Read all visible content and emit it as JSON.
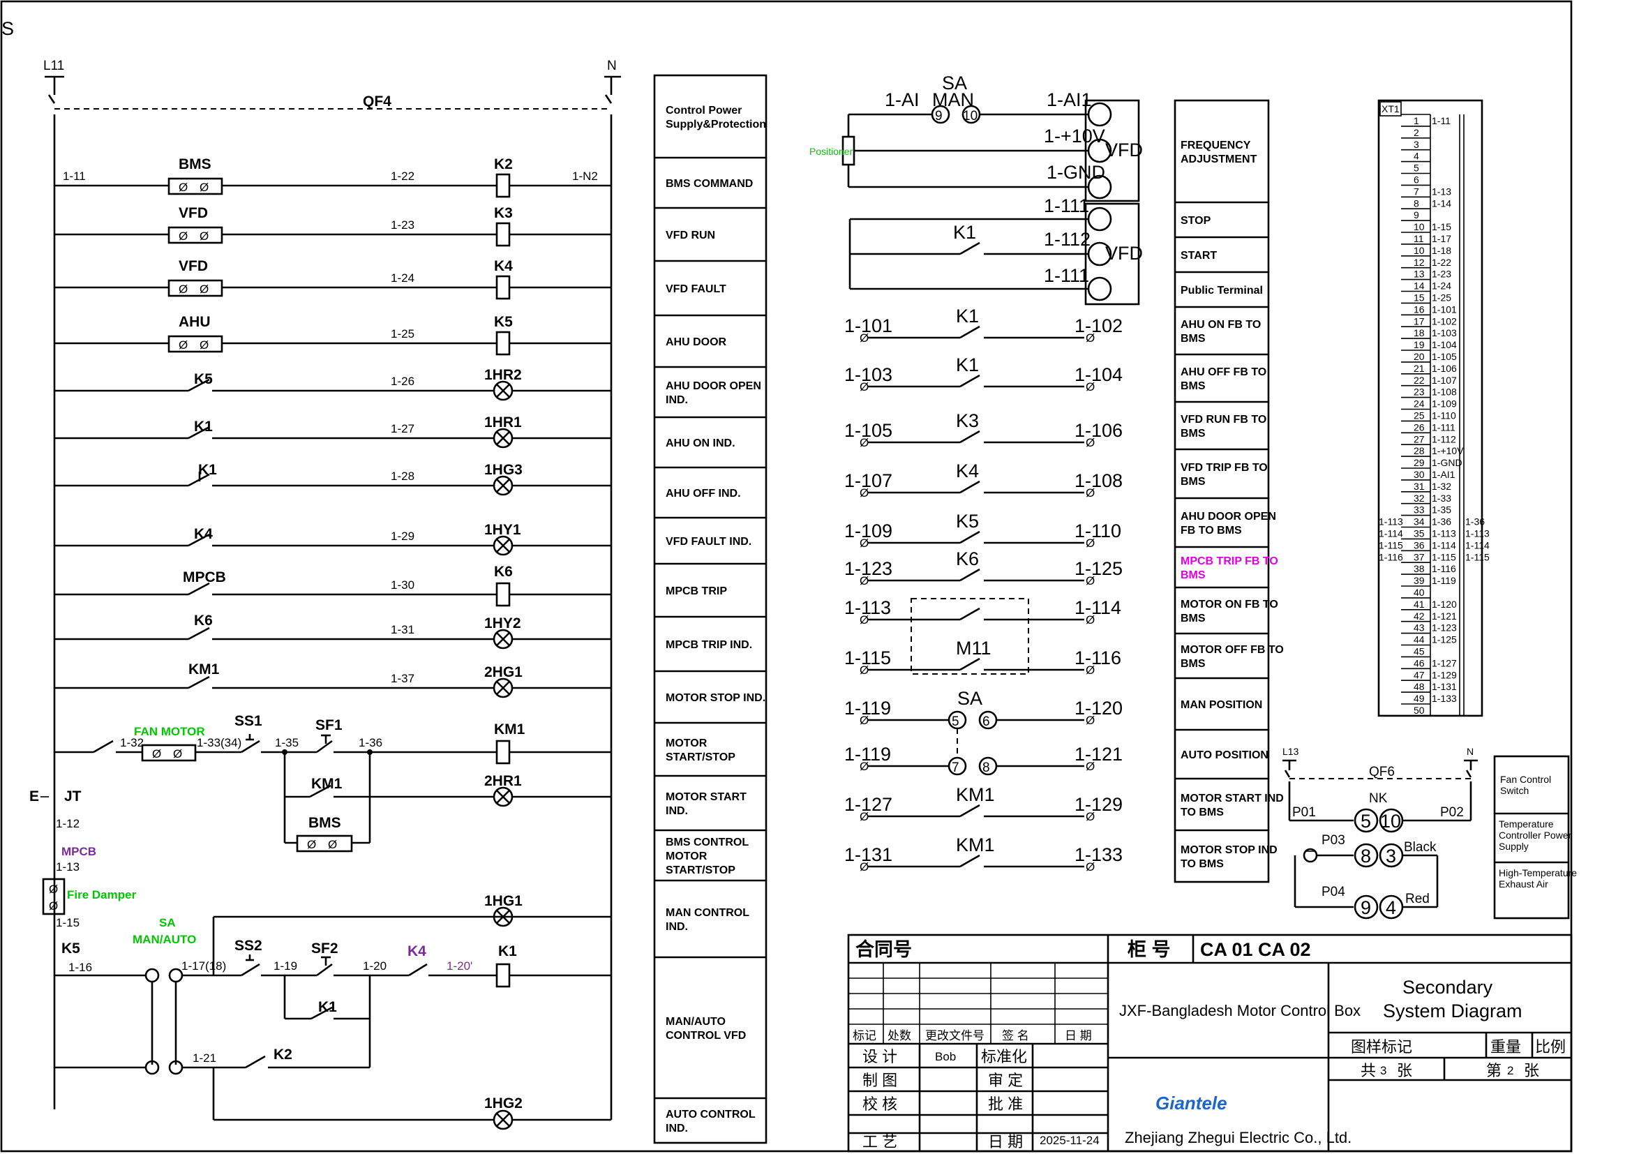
{
  "colors": {
    "line": "#000000",
    "green": "#00c800",
    "purple": "#7a2a9c",
    "magenta": "#e000e0",
    "blue": "#1a66cc"
  },
  "top": {
    "left_bus": "L11",
    "right_bus": "N",
    "breaker": "QF4",
    "corner_mark": "S"
  },
  "main_labels": {
    "r1_dev": "BMS",
    "r1_wl": "1-11",
    "r1_wm": "1-22",
    "r1_coil": "K2",
    "r1_wr": "1-N2",
    "r2_dev": "VFD",
    "r2_wm": "1-23",
    "r2_coil": "K3",
    "r3_dev": "VFD",
    "r3_wm": "1-24",
    "r3_coil": "K4",
    "r4_dev": "AHU",
    "r4_wm": "1-25",
    "r4_coil": "K5",
    "r5_contact": "K5",
    "r5_wm": "1-26",
    "r5_lamp": "1HR2",
    "r6_contact": "K1",
    "r6_wm": "1-27",
    "r6_lamp": "1HR1",
    "r7_contact": "K1",
    "r7_wm": "1-28",
    "r7_lamp": "1HG3",
    "r8_contact": "K4",
    "r8_wm": "1-29",
    "r8_lamp": "1HY1",
    "r9_contact": "MPCB",
    "r9_wm": "1-30",
    "r9_coil": "K6",
    "r10_contact": "K6",
    "r10_wm": "1-31",
    "r10_lamp": "1HY2",
    "r11_contact": "KM1",
    "r11_wm": "1-37",
    "r11_lamp": "2HG1",
    "fan_motor": "FAN MOTOR",
    "r12_w1": "1-32",
    "r12_w2": "1-33(34)",
    "ss1": "SS1",
    "r12_w3": "1-35",
    "sf1": "SF1",
    "r12_w4": "1-36",
    "r12_coil": "KM1",
    "r13_contact": "KM1",
    "r13_lamp": "2HR1",
    "r14_dev": "BMS",
    "ejt": "E",
    "jt": "JT",
    "w112": "1-12",
    "mpcb": "MPCB",
    "w113": "1-13",
    "fire_damper": "Fire Damper",
    "w115": "1-15",
    "k5": "K5",
    "w116": "1-16",
    "sa_label": "SA",
    "man_auto": "MAN/AUTO",
    "w117": "1-17(18)",
    "ss2": "SS2",
    "w119": "1-19",
    "sf2": "SF2",
    "w120": "1-20",
    "k4": "K4",
    "w120s": "1-20'",
    "k1coil": "K1",
    "r16_lamp": "1HG1",
    "k1hold": "K1",
    "w121": "1-21",
    "k2": "K2",
    "r19_lamp": "1HG2"
  },
  "descriptions": [
    "Control Power Supply&Protection",
    "BMS COMMAND",
    "VFD RUN",
    "VFD FAULT",
    "AHU DOOR",
    "AHU DOOR OPEN IND.",
    "AHU ON IND.",
    "AHU OFF IND.",
    "VFD FAULT IND.",
    "MPCB TRIP",
    "MPCB TRIP IND.",
    "MOTOR STOP IND.",
    "MOTOR START/STOP",
    "MOTOR START IND.",
    "BMS CONTROL MOTOR START/STOP",
    "MAN CONTROL IND.",
    "MAN/AUTO CONTROL VFD",
    "AUTO CONTROL IND."
  ],
  "vfd_section": {
    "sa": "SA",
    "man": "MAN",
    "w1ai": "1-AI",
    "n9": "9",
    "n10": "10",
    "w1ai1": "1-AI1",
    "positioner": "Positioner",
    "w10v": "1-+10V",
    "wgnd": "1-GND",
    "vfd1": "VFD",
    "w111a": "1-111",
    "k1": "K1",
    "w112": "1-112",
    "vfd2": "VFD",
    "w111b": "1-111"
  },
  "fb_rows": [
    {
      "l": "1-101",
      "c": "K1",
      "r": "1-102"
    },
    {
      "l": "1-103",
      "c": "K1",
      "r": "1-104"
    },
    {
      "l": "1-105",
      "c": "K3",
      "r": "1-106"
    },
    {
      "l": "1-107",
      "c": "K4",
      "r": "1-108"
    },
    {
      "l": "1-109",
      "c": "K5",
      "r": "1-110"
    },
    {
      "l": "1-123",
      "c": "K6",
      "r": "1-125"
    },
    {
      "l": "1-113",
      "c": "",
      "r": "1-114"
    },
    {
      "l": "1-115",
      "c": "M11",
      "r": "1-116"
    },
    {
      "l": "1-119",
      "c": "SA",
      "r": "1-120",
      "n1": "5",
      "n2": "6"
    },
    {
      "l": "1-119",
      "c": "",
      "r": "1-121",
      "n1": "7",
      "n2": "8"
    },
    {
      "l": "1-127",
      "c": "KM1",
      "r": "1-129"
    },
    {
      "l": "1-131",
      "c": "KM1",
      "r": "1-133"
    }
  ],
  "right_descriptions": [
    "FREQUENCY ADJUSTMENT",
    "STOP",
    "START",
    "Public Terminal",
    "AHU ON FB TO BMS",
    "AHU OFF FB TO BMS",
    "VFD RUN FB TO BMS",
    "VFD TRIP FB TO BMS",
    "AHU DOOR OPEN FB TO BMS",
    "MPCB TRIP FB TO BMS",
    "MOTOR ON FB TO BMS",
    "MOTOR OFF FB TO BMS",
    "MAN POSITION",
    "AUTO POSITION",
    "MOTOR START IND TO BMS",
    "MOTOR STOP IND TO BMS"
  ],
  "terminal_block": {
    "title": "XT1",
    "rows": [
      [
        "1",
        "1-11"
      ],
      [
        "2",
        ""
      ],
      [
        "3",
        ""
      ],
      [
        "4",
        ""
      ],
      [
        "5",
        ""
      ],
      [
        "6",
        ""
      ],
      [
        "7",
        "1-13"
      ],
      [
        "8",
        "1-14"
      ],
      [
        "9",
        ""
      ],
      [
        "10",
        "1-15"
      ],
      [
        "11",
        "1-17"
      ],
      [
        "10",
        "1-18"
      ],
      [
        "12",
        "1-22"
      ],
      [
        "13",
        "1-23"
      ],
      [
        "14",
        "1-24"
      ],
      [
        "15",
        "1-25"
      ],
      [
        "16",
        "1-101"
      ],
      [
        "17",
        "1-102"
      ],
      [
        "18",
        "1-103"
      ],
      [
        "19",
        "1-104"
      ],
      [
        "20",
        "1-105"
      ],
      [
        "21",
        "1-106"
      ],
      [
        "22",
        "1-107"
      ],
      [
        "23",
        "1-108"
      ],
      [
        "24",
        "1-109"
      ],
      [
        "25",
        "1-110"
      ],
      [
        "26",
        "1-111"
      ],
      [
        "27",
        "1-112"
      ],
      [
        "28",
        "1-+10V"
      ],
      [
        "29",
        "1-GND"
      ],
      [
        "30",
        "1-AI1"
      ],
      [
        "31",
        "1-32"
      ],
      [
        "32",
        "1-33"
      ],
      [
        "33",
        "1-35"
      ],
      [
        "34",
        "1-36"
      ],
      [
        "35",
        "1-113"
      ],
      [
        "36",
        "1-114"
      ],
      [
        "37",
        "1-115"
      ],
      [
        "38",
        "1-116"
      ],
      [
        "39",
        "1-119"
      ],
      [
        "40",
        ""
      ],
      [
        "41",
        "1-120"
      ],
      [
        "42",
        "1-121"
      ],
      [
        "43",
        "1-123"
      ],
      [
        "44",
        "1-125"
      ],
      [
        "45",
        ""
      ],
      [
        "46",
        "1-127"
      ],
      [
        "47",
        "1-129"
      ],
      [
        "48",
        "1-131"
      ],
      [
        "49",
        "1-133"
      ],
      [
        "50",
        ""
      ]
    ],
    "left_extra": [
      "1-113",
      "1-114",
      "1-115",
      "1-116"
    ]
  },
  "fan_section": {
    "l13": "L13",
    "n": "N",
    "qf6": "QF6",
    "nk": "NK",
    "p01": "P01",
    "p02": "P02",
    "n5": "5",
    "n10": "10",
    "p03": "P03",
    "n8": "8",
    "n3": "3",
    "black": "Black",
    "p04": "P04",
    "n9": "9",
    "n4": "4",
    "red": "Red",
    "desc1": "Fan Control Switch",
    "desc2": "Temperature Controller Power Supply",
    "desc3": "High-Temperature Exhaust Air"
  },
  "title_block": {
    "contract_no": "合同号",
    "cabinet_no": "柜 号",
    "cabinet_val": "CA 01  CA 02",
    "project": "JXF-Bangladesh Motor Control Box",
    "drawing_title_1": "Secondary",
    "drawing_title_2": "System Diagram",
    "rev_mark": "标记",
    "rev_count": "处数",
    "rev_doc": "更改文件号",
    "rev_sign": "签 名",
    "rev_date": "日 期",
    "design": "设 计",
    "design_name": "Bob",
    "standard": "标准化",
    "draw": "制 图",
    "review": "审 定",
    "check": "校 核",
    "approve": "批 准",
    "process": "工 艺",
    "date_label": "日 期",
    "date_val": "2025-11-24",
    "sample_mark": "图样标记",
    "weight": "重量",
    "scale": "比例",
    "total_pre": "共",
    "total_num": "3",
    "total_suf": "张",
    "sheet_pre": "第",
    "sheet_num": "2",
    "sheet_suf": "张",
    "brand": "Giantele",
    "company": "Zhejiang Zhegui Electric Co., Ltd."
  }
}
